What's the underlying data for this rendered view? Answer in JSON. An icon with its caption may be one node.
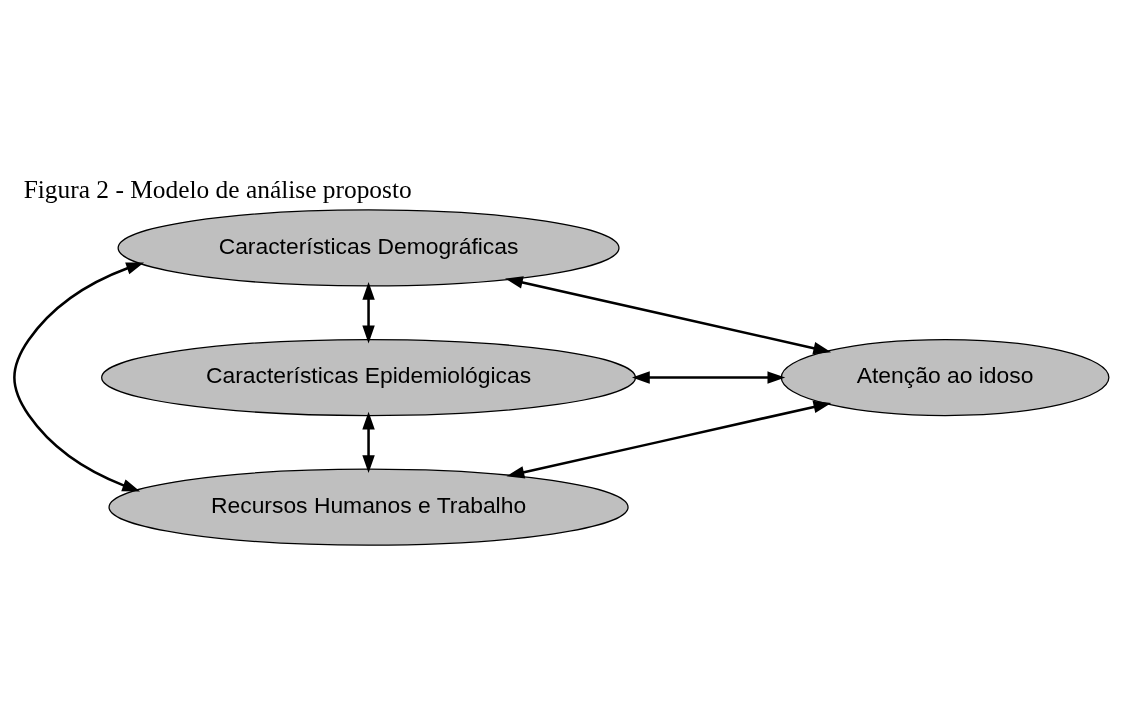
{
  "diagram": {
    "title": "Figura 2 - Modelo de análise proposto",
    "nodes": [
      {
        "text": [
          "Características Demográficas"
        ]
      },
      {
        "text": [
          "Características Epidemiológicas"
        ]
      },
      {
        "text": [
          "Recursos Humanos e Trabalho"
        ]
      },
      {
        "text": [
          "Atenção ao idoso"
        ]
      }
    ],
    "edges": [
      {
        "from": 0,
        "to": 1,
        "arrow": "both"
      },
      {
        "from": 1,
        "to": 2,
        "arrow": "both"
      },
      {
        "from": 0,
        "to": 2,
        "arrow": "both"
      },
      {
        "from": 0,
        "to": 3,
        "arrow": "both"
      },
      {
        "from": 1,
        "to": 3,
        "arrow": "both"
      },
      {
        "from": 2,
        "to": 3,
        "arrow": "both"
      }
    ]
  }
}
